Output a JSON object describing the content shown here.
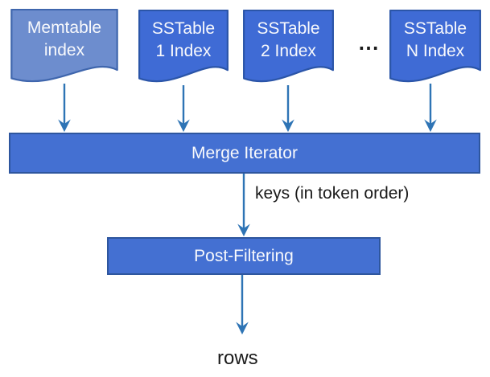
{
  "diagram": {
    "sources": [
      {
        "label_line1": "Memtable",
        "label_line2": "index"
      },
      {
        "label_line1": "SSTable",
        "label_line2": "1 Index"
      },
      {
        "label_line1": "SSTable",
        "label_line2": "2 Index"
      },
      {
        "label_line1": "SSTable",
        "label_line2": "N Index"
      }
    ],
    "ellipsis": "⋯",
    "merge_iterator_label": "Merge Iterator",
    "keys_edge_label": "keys (in token order)",
    "post_filtering_label": "Post-Filtering",
    "rows_label": "rows"
  },
  "colors": {
    "memtable_fill": "#6D8DCE",
    "memtable_border": "#3F66AD",
    "sstable_fill": "#3F6BD5",
    "sstable_border": "#2B55A8",
    "bar_fill": "#4470D2",
    "bar_border": "#2E569E",
    "arrow_color": "#2E74B5",
    "node_text": "#F8F9FC",
    "label_text": "#1A1A1A",
    "background": "#FFFFFF"
  }
}
